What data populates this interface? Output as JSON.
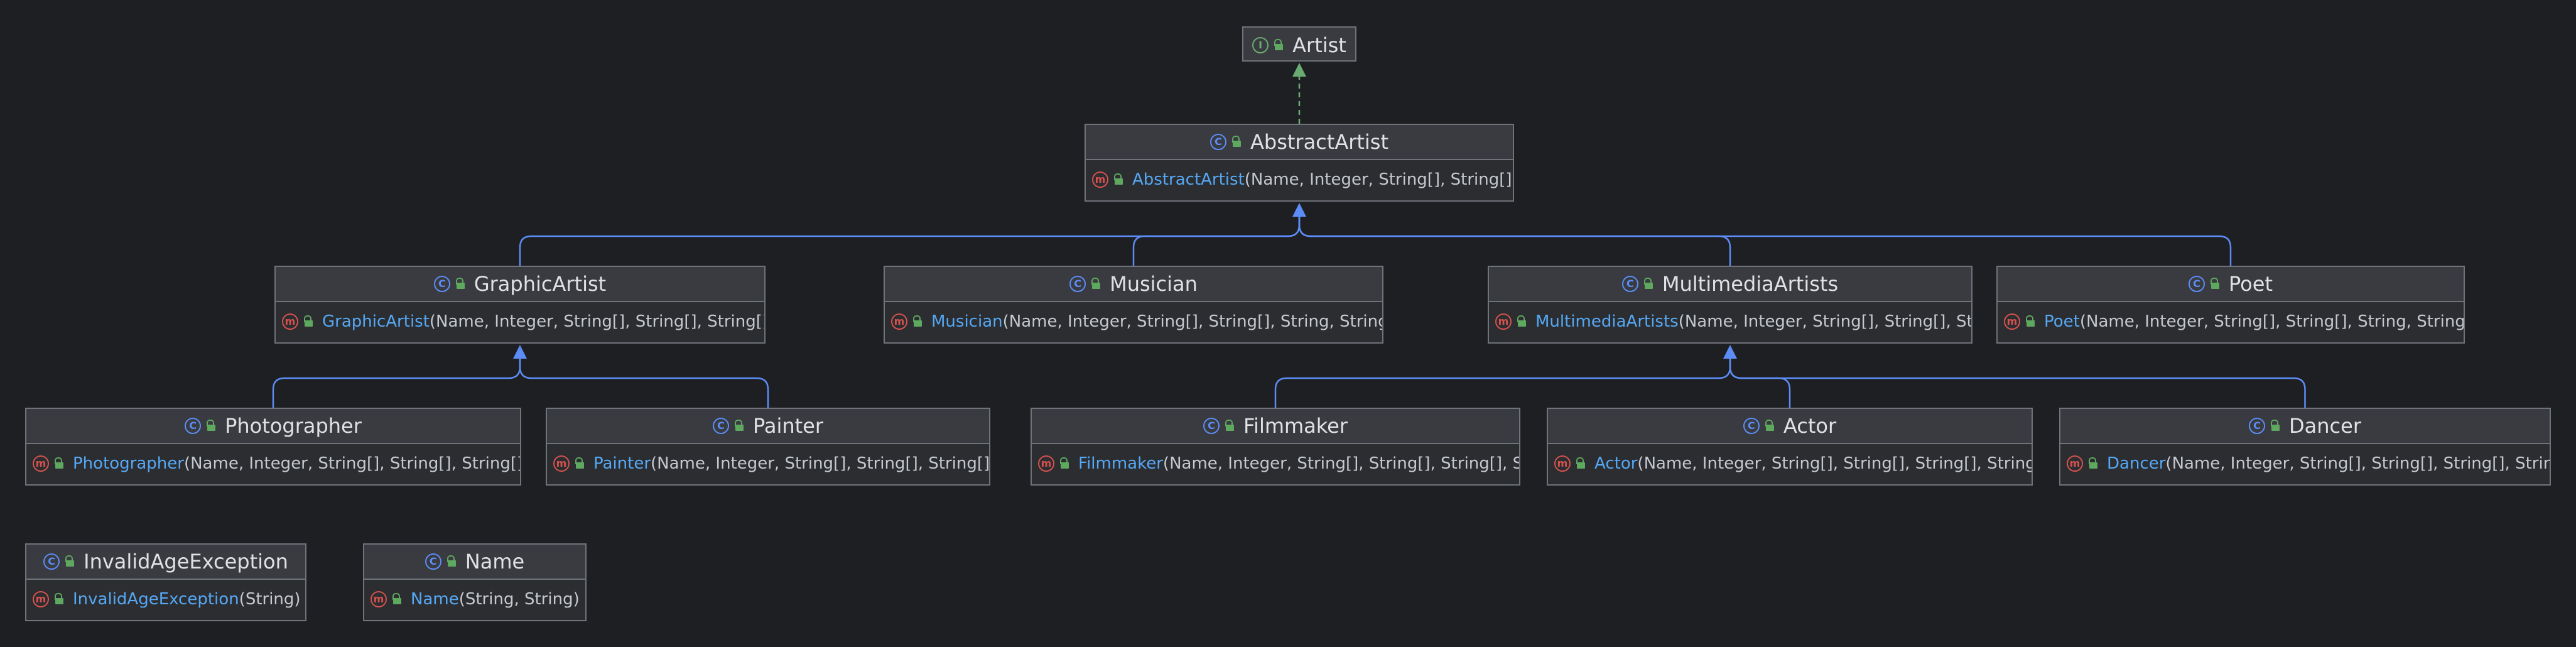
{
  "diagram": {
    "nodes": [
      {
        "id": "artist",
        "kind": "interface",
        "kind_badge": "I",
        "title": "Artist",
        "members": []
      },
      {
        "id": "abstractartist",
        "kind": "class",
        "kind_badge": "C",
        "title": "AbstractArtist",
        "members": [
          {
            "badge": "m",
            "name": "AbstractArtist",
            "params": "(Name, Integer, String[], String[])"
          }
        ]
      },
      {
        "id": "graphicartist",
        "kind": "class",
        "kind_badge": "C",
        "title": "GraphicArtist",
        "members": [
          {
            "badge": "m",
            "name": "GraphicArtist",
            "params": "(Name, Integer, String[], String[], String[])"
          }
        ]
      },
      {
        "id": "musician",
        "kind": "class",
        "kind_badge": "C",
        "title": "Musician",
        "members": [
          {
            "badge": "m",
            "name": "Musician",
            "params": "(Name, Integer, String[], String[], String, String)"
          }
        ]
      },
      {
        "id": "multimediaartists",
        "kind": "class",
        "kind_badge": "C",
        "title": "MultimediaArtists",
        "members": [
          {
            "badge": "m",
            "name": "MultimediaArtists",
            "params": "(Name, Integer, String[], String[], String[])"
          }
        ]
      },
      {
        "id": "poet",
        "kind": "class",
        "kind_badge": "C",
        "title": "Poet",
        "members": [
          {
            "badge": "m",
            "name": "Poet",
            "params": "(Name, Integer, String[], String[], String, String)"
          }
        ]
      },
      {
        "id": "photographer",
        "kind": "class",
        "kind_badge": "C",
        "title": "Photographer",
        "members": [
          {
            "badge": "m",
            "name": "Photographer",
            "params": "(Name, Integer, String[], String[], String[])"
          }
        ]
      },
      {
        "id": "painter",
        "kind": "class",
        "kind_badge": "C",
        "title": "Painter",
        "members": [
          {
            "badge": "m",
            "name": "Painter",
            "params": "(Name, Integer, String[], String[], String[])"
          }
        ]
      },
      {
        "id": "filmmaker",
        "kind": "class",
        "kind_badge": "C",
        "title": "Filmmaker",
        "members": [
          {
            "badge": "m",
            "name": "Filmmaker",
            "params": "(Name, Integer, String[], String[], String[], String[])"
          }
        ]
      },
      {
        "id": "actor",
        "kind": "class",
        "kind_badge": "C",
        "title": "Actor",
        "members": [
          {
            "badge": "m",
            "name": "Actor",
            "params": "(Name, Integer, String[], String[], String[], String[])"
          }
        ]
      },
      {
        "id": "dancer",
        "kind": "class",
        "kind_badge": "C",
        "title": "Dancer",
        "members": [
          {
            "badge": "m",
            "name": "Dancer",
            "params": "(Name, Integer, String[], String[], String[], String[])"
          }
        ]
      },
      {
        "id": "invalidageexception",
        "kind": "class",
        "kind_badge": "C",
        "title": "InvalidAgeException",
        "members": [
          {
            "badge": "m",
            "name": "InvalidAgeException",
            "params": "(String)"
          }
        ]
      },
      {
        "id": "name",
        "kind": "class",
        "kind_badge": "C",
        "title": "Name",
        "members": [
          {
            "badge": "m",
            "name": "Name",
            "params": "(String, String)"
          }
        ]
      }
    ],
    "edges": [
      {
        "type": "implements",
        "from": "abstractartist",
        "to": "artist"
      },
      {
        "type": "extends",
        "from": "graphicartist",
        "to": "abstractartist"
      },
      {
        "type": "extends",
        "from": "musician",
        "to": "abstractartist"
      },
      {
        "type": "extends",
        "from": "multimediaartists",
        "to": "abstractartist"
      },
      {
        "type": "extends",
        "from": "poet",
        "to": "abstractartist"
      },
      {
        "type": "extends",
        "from": "photographer",
        "to": "graphicartist"
      },
      {
        "type": "extends",
        "from": "painter",
        "to": "graphicartist"
      },
      {
        "type": "extends",
        "from": "filmmaker",
        "to": "multimediaartists"
      },
      {
        "type": "extends",
        "from": "actor",
        "to": "multimediaartists"
      },
      {
        "type": "extends",
        "from": "dancer",
        "to": "multimediaartists"
      }
    ],
    "colors": {
      "background": "#1e1f22",
      "node_fill": "#2b2d30",
      "node_header": "#393b40",
      "node_border": "#6f737a",
      "extends_edge": "#5c8df6",
      "implements_edge": "#6aab73",
      "class_badge": "#5c8df6",
      "interface_badge": "#6aab73",
      "method_badge": "#d6524e",
      "member_name": "#56a8f5",
      "member_params": "#c5c8ce",
      "title_text": "#dfe1e5"
    }
  }
}
